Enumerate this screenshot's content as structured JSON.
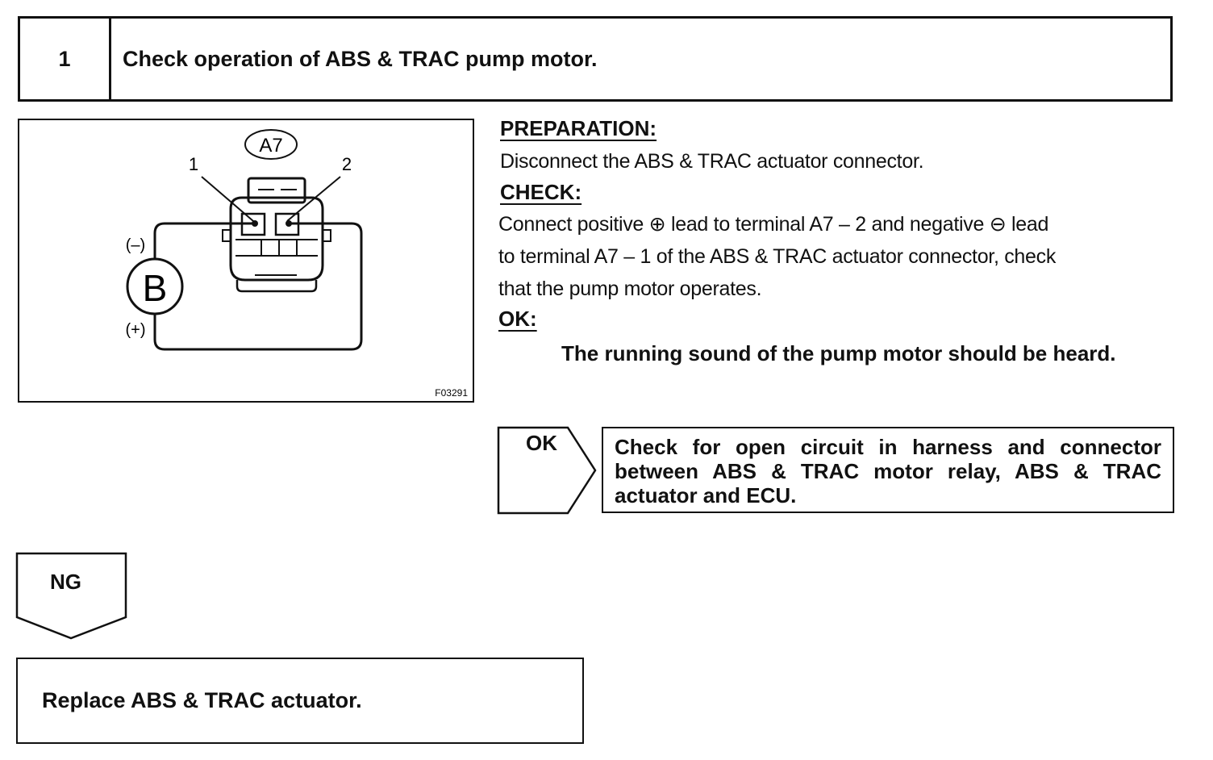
{
  "step": {
    "number": "1",
    "title": "Check operation of ABS & TRAC pump motor."
  },
  "diagram": {
    "connector_label": "A7",
    "terminal_1": "1",
    "terminal_2": "2",
    "battery_label": "B",
    "negative_label": "(–)",
    "positive_label": "(+)",
    "figure_code": "F03291"
  },
  "instructions": {
    "preparation_label": "PREPARATION:",
    "preparation_text": "Disconnect the ABS & TRAC actuator connector.",
    "check_label": "CHECK:",
    "check_lines": [
      "Connect positive ⊕ lead to terminal A7 – 2 and negative ⊖ lead",
      "to terminal A7 – 1 of the ABS & TRAC actuator connector, check",
      "that the pump motor operates."
    ],
    "ok_label": "OK:",
    "ok_text": "The running sound of the pump motor should be heard."
  },
  "flow": {
    "ok_arrow": "OK",
    "ok_result": "Check for open circuit in harness and connector between ABS & TRAC motor relay, ABS & TRAC actuator and ECU.",
    "ng_arrow": "NG",
    "ng_result": "Replace ABS & TRAC actuator."
  }
}
